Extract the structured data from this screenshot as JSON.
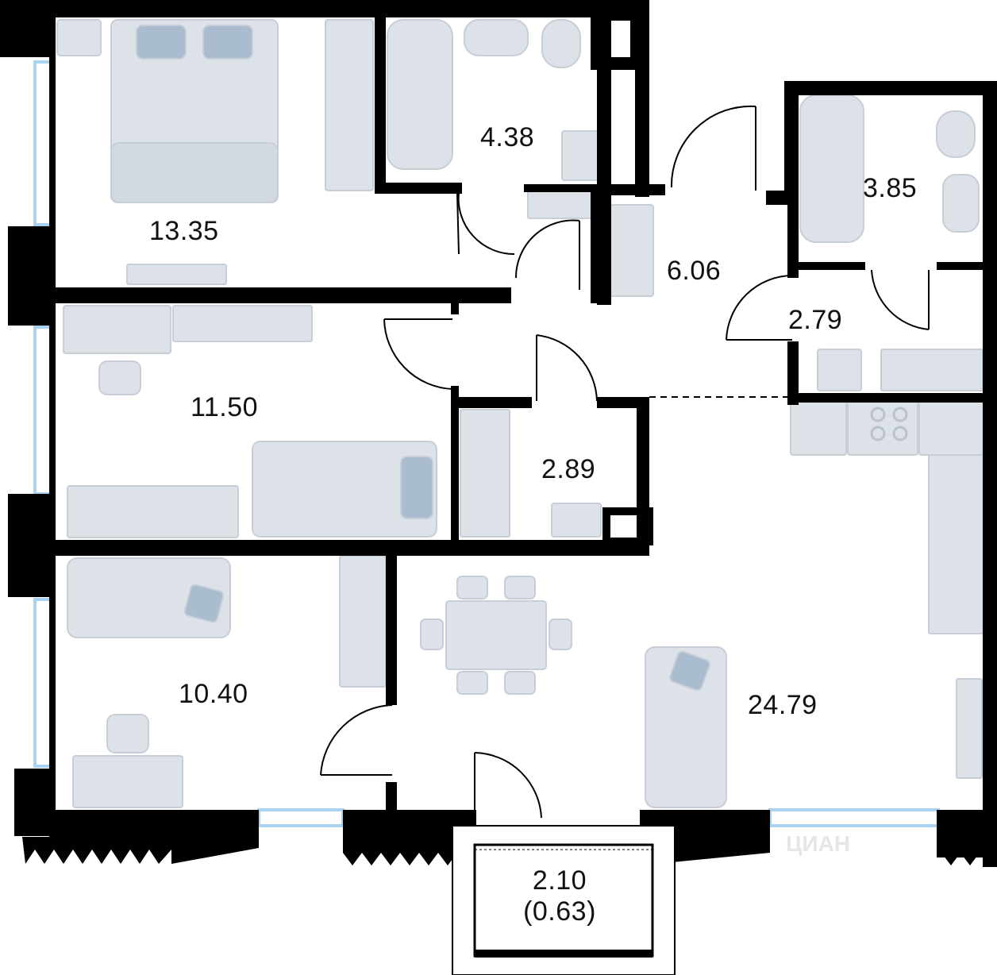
{
  "rooms": {
    "bedroom_top": {
      "area": "13.35"
    },
    "bathroom_1": {
      "area": "4.38"
    },
    "hallway": {
      "area": "6.06"
    },
    "bathroom_2": {
      "area": "3.85"
    },
    "laundry": {
      "area": "2.79"
    },
    "bedroom_middle": {
      "area": "11.50"
    },
    "closet": {
      "area": "2.89"
    },
    "bedroom_bottom": {
      "area": "10.40"
    },
    "living_kitchen": {
      "area": "24.79"
    },
    "balcony": {
      "area": "2.10",
      "area_reduced": "(0.63)"
    }
  },
  "colors": {
    "wall": "#000000",
    "furniture": "#dde2e9",
    "furniture_stroke": "#c7ced8",
    "accent_pillow": "#a9bcd0",
    "window": "#a8d2f0"
  },
  "watermark": {
    "text": "ЦИАН"
  }
}
